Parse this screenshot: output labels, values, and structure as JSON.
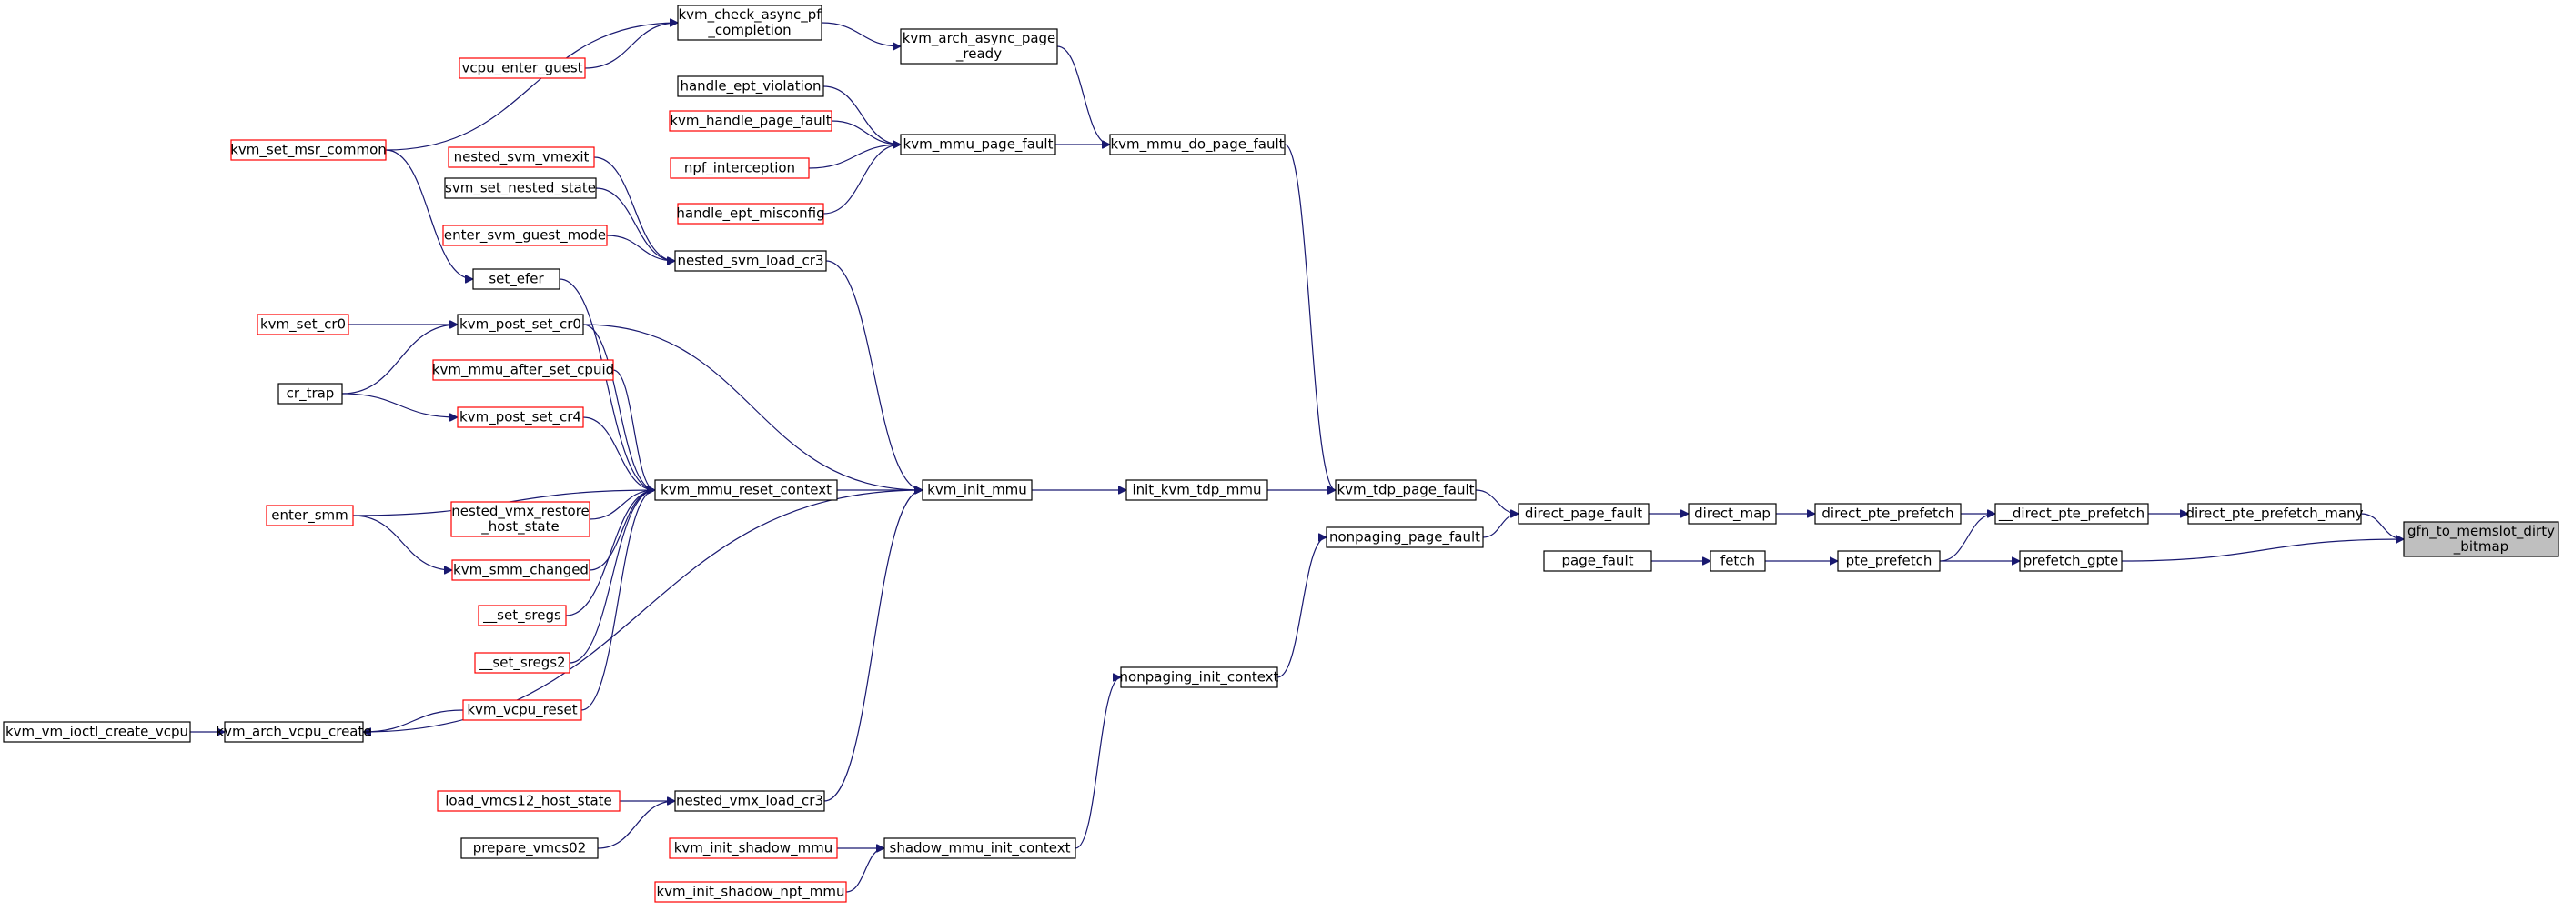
{
  "colors": {
    "edge": "#191970",
    "border_default": "#000000",
    "border_truncated": "#ff0000",
    "root_fill": "#bfbfbf"
  },
  "nodes": [
    {
      "id": "n0",
      "lines": [
        "gfn_to_memslot_dirty",
        "_bitmap"
      ],
      "style": "root"
    },
    {
      "id": "n1",
      "lines": [
        "direct_pte_prefetch_many"
      ],
      "style": "black"
    },
    {
      "id": "n2",
      "lines": [
        "prefetch_gpte"
      ],
      "style": "black"
    },
    {
      "id": "n3",
      "lines": [
        "__direct_pte_prefetch"
      ],
      "style": "black"
    },
    {
      "id": "n4",
      "lines": [
        "pte_prefetch"
      ],
      "style": "black"
    },
    {
      "id": "n5",
      "lines": [
        "direct_pte_prefetch"
      ],
      "style": "black"
    },
    {
      "id": "n6",
      "lines": [
        "fetch"
      ],
      "style": "black"
    },
    {
      "id": "n7",
      "lines": [
        "page_fault"
      ],
      "style": "black"
    },
    {
      "id": "n8",
      "lines": [
        "direct_map"
      ],
      "style": "black"
    },
    {
      "id": "n9",
      "lines": [
        "direct_page_fault"
      ],
      "style": "black"
    },
    {
      "id": "n10",
      "lines": [
        "kvm_tdp_page_fault"
      ],
      "style": "black"
    },
    {
      "id": "n11",
      "lines": [
        "nonpaging_page_fault"
      ],
      "style": "black"
    },
    {
      "id": "n12",
      "lines": [
        "kvm_mmu_do_page_fault"
      ],
      "style": "black"
    },
    {
      "id": "n13",
      "lines": [
        "init_kvm_tdp_mmu"
      ],
      "style": "black"
    },
    {
      "id": "n14",
      "lines": [
        "nonpaging_init_context"
      ],
      "style": "black"
    },
    {
      "id": "n15",
      "lines": [
        "kvm_arch_async_page",
        "_ready"
      ],
      "style": "black"
    },
    {
      "id": "n16",
      "lines": [
        "kvm_mmu_page_fault"
      ],
      "style": "black"
    },
    {
      "id": "n17",
      "lines": [
        "kvm_init_mmu"
      ],
      "style": "black"
    },
    {
      "id": "n18",
      "lines": [
        "shadow_mmu_init_context"
      ],
      "style": "black"
    },
    {
      "id": "n19",
      "lines": [
        "kvm_check_async_pf",
        "_completion"
      ],
      "style": "black"
    },
    {
      "id": "n20",
      "lines": [
        "handle_ept_violation"
      ],
      "style": "black"
    },
    {
      "id": "n21",
      "lines": [
        "kvm_handle_page_fault"
      ],
      "style": "red"
    },
    {
      "id": "n22",
      "lines": [
        "npf_interception"
      ],
      "style": "red"
    },
    {
      "id": "n23",
      "lines": [
        "handle_ept_misconfig"
      ],
      "style": "red"
    },
    {
      "id": "n24",
      "lines": [
        "nested_svm_load_cr3"
      ],
      "style": "black"
    },
    {
      "id": "n25",
      "lines": [
        "kvm_mmu_reset_context"
      ],
      "style": "black"
    },
    {
      "id": "n26",
      "lines": [
        "nested_vmx_load_cr3"
      ],
      "style": "black"
    },
    {
      "id": "n27",
      "lines": [
        "kvm_init_shadow_mmu"
      ],
      "style": "red"
    },
    {
      "id": "n28",
      "lines": [
        "kvm_init_shadow_npt_mmu"
      ],
      "style": "red"
    },
    {
      "id": "n29",
      "lines": [
        "vcpu_enter_guest"
      ],
      "style": "red"
    },
    {
      "id": "n30",
      "lines": [
        "kvm_set_msr_common"
      ],
      "style": "red"
    },
    {
      "id": "n31",
      "lines": [
        "nested_svm_vmexit"
      ],
      "style": "red"
    },
    {
      "id": "n32",
      "lines": [
        "svm_set_nested_state"
      ],
      "style": "black"
    },
    {
      "id": "n33",
      "lines": [
        "enter_svm_guest_mode"
      ],
      "style": "red"
    },
    {
      "id": "n34",
      "lines": [
        "set_efer"
      ],
      "style": "black"
    },
    {
      "id": "n35",
      "lines": [
        "kvm_post_set_cr0"
      ],
      "style": "black"
    },
    {
      "id": "n36",
      "lines": [
        "kvm_mmu_after_set_cpuid"
      ],
      "style": "red"
    },
    {
      "id": "n37",
      "lines": [
        "kvm_post_set_cr4"
      ],
      "style": "red"
    },
    {
      "id": "n38",
      "lines": [
        "nested_vmx_restore",
        "_host_state"
      ],
      "style": "red"
    },
    {
      "id": "n39",
      "lines": [
        "kvm_smm_changed"
      ],
      "style": "red"
    },
    {
      "id": "n40",
      "lines": [
        "__set_sregs"
      ],
      "style": "red"
    },
    {
      "id": "n41",
      "lines": [
        "__set_sregs2"
      ],
      "style": "red"
    },
    {
      "id": "n42",
      "lines": [
        "kvm_vcpu_reset"
      ],
      "style": "red"
    },
    {
      "id": "n43",
      "lines": [
        "kvm_arch_vcpu_create"
      ],
      "style": "black"
    },
    {
      "id": "n44",
      "lines": [
        "load_vmcs12_host_state"
      ],
      "style": "red"
    },
    {
      "id": "n45",
      "lines": [
        "prepare_vmcs02"
      ],
      "style": "black"
    },
    {
      "id": "n46",
      "lines": [
        "kvm_set_cr0"
      ],
      "style": "red"
    },
    {
      "id": "n47",
      "lines": [
        "cr_trap"
      ],
      "style": "black"
    },
    {
      "id": "n48",
      "lines": [
        "enter_smm"
      ],
      "style": "red"
    },
    {
      "id": "n49",
      "lines": [
        "kvm_vm_ioctl_create_vcpu"
      ],
      "style": "black"
    }
  ],
  "edges": [
    [
      "n1",
      "n0"
    ],
    [
      "n2",
      "n0"
    ],
    [
      "n3",
      "n1"
    ],
    [
      "n4",
      "n2"
    ],
    [
      "n5",
      "n3"
    ],
    [
      "n4",
      "n3"
    ],
    [
      "n6",
      "n4"
    ],
    [
      "n7",
      "n6"
    ],
    [
      "n8",
      "n5"
    ],
    [
      "n9",
      "n8"
    ],
    [
      "n10",
      "n9"
    ],
    [
      "n11",
      "n9"
    ],
    [
      "n12",
      "n10"
    ],
    [
      "n13",
      "n10"
    ],
    [
      "n14",
      "n11"
    ],
    [
      "n15",
      "n12"
    ],
    [
      "n16",
      "n12"
    ],
    [
      "n17",
      "n13"
    ],
    [
      "n18",
      "n14"
    ],
    [
      "n19",
      "n15"
    ],
    [
      "n20",
      "n16"
    ],
    [
      "n21",
      "n16"
    ],
    [
      "n22",
      "n16"
    ],
    [
      "n23",
      "n16"
    ],
    [
      "n24",
      "n17"
    ],
    [
      "n25",
      "n17"
    ],
    [
      "n26",
      "n17"
    ],
    [
      "n27",
      "n18"
    ],
    [
      "n28",
      "n18"
    ],
    [
      "n29",
      "n19"
    ],
    [
      "n30",
      "n19"
    ],
    [
      "n31",
      "n24"
    ],
    [
      "n32",
      "n24"
    ],
    [
      "n33",
      "n24"
    ],
    [
      "n34",
      "n25"
    ],
    [
      "n35",
      "n25"
    ],
    [
      "n36",
      "n25"
    ],
    [
      "n37",
      "n25"
    ],
    [
      "n38",
      "n25"
    ],
    [
      "n39",
      "n25"
    ],
    [
      "n40",
      "n25"
    ],
    [
      "n41",
      "n25"
    ],
    [
      "n42",
      "n25"
    ],
    [
      "n48",
      "n25"
    ],
    [
      "n35",
      "n17"
    ],
    [
      "n43",
      "n17"
    ],
    [
      "n44",
      "n26"
    ],
    [
      "n45",
      "n26"
    ],
    [
      "n30",
      "n34"
    ],
    [
      "n46",
      "n35"
    ],
    [
      "n47",
      "n35"
    ],
    [
      "n47",
      "n37"
    ],
    [
      "n48",
      "n39"
    ],
    [
      "n42",
      "n43"
    ],
    [
      "n49",
      "n43"
    ]
  ]
}
